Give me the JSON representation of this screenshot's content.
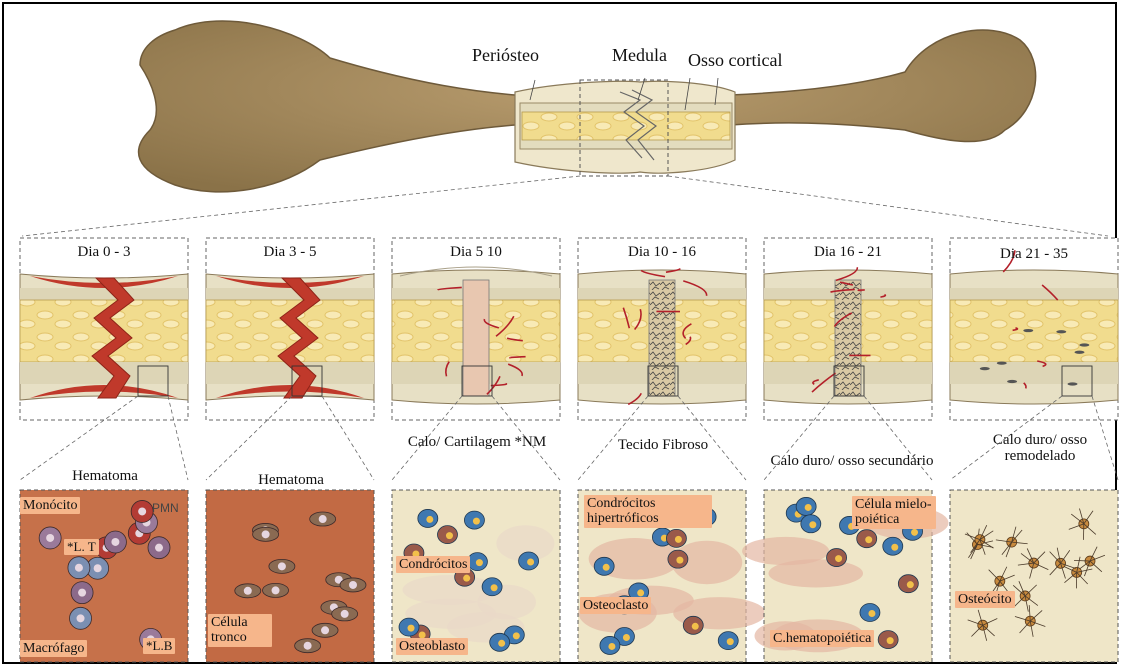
{
  "top_labels": {
    "periosteum": "Periósteo",
    "medulla": "Medula",
    "cortical": "Osso cortical"
  },
  "stages": [
    {
      "day": "Dia 0 - 3",
      "phase": "Hematoma",
      "callus": "none"
    },
    {
      "day": "Dia 3 - 5",
      "phase": "Hematoma",
      "callus": "none"
    },
    {
      "day": "Dia 5 10",
      "phase": "Calo/ Cartilagem *NM",
      "callus": "soft"
    },
    {
      "day": "Dia  10 - 16",
      "phase": "Tecido Fibroso",
      "callus": "fibrous"
    },
    {
      "day": "Dia 16 - 21",
      "phase": "Calo duro/ osso secundário",
      "callus": "hard"
    },
    {
      "day": "Dia 21 - 35",
      "phase": "Calo duro/ osso remodelado",
      "callus": "remodeled"
    }
  ],
  "cell_labels": {
    "monocyte": "Monócito",
    "pmn": "PMN",
    "t_lymphocyte": "*L. T",
    "macrophage": "Macrófago",
    "b_lymphocyte": "*L.B",
    "stem_cell": "Célula tronco",
    "chondrocytes": "Condrócitos",
    "osteoblast": "Osteoblasto",
    "hypertrophic_chondrocytes": "Condrócitos hipertróficos",
    "osteoclast": "Osteoclasto",
    "myelopoietic_cell": "Célula mielo- poiética",
    "hematopoietic_cell": "C.hematopoiética",
    "osteocyte": "Osteócito"
  },
  "colors": {
    "bone": "#a68c63",
    "bone_dark": "#7a6643",
    "marrow": "#f0dc8c",
    "cortical": "#e7e0c5",
    "hematoma": "#c0392b",
    "tag": "#f6b68b",
    "panel_orange": "#c8693f",
    "panel_cream": "#efe6c8"
  }
}
